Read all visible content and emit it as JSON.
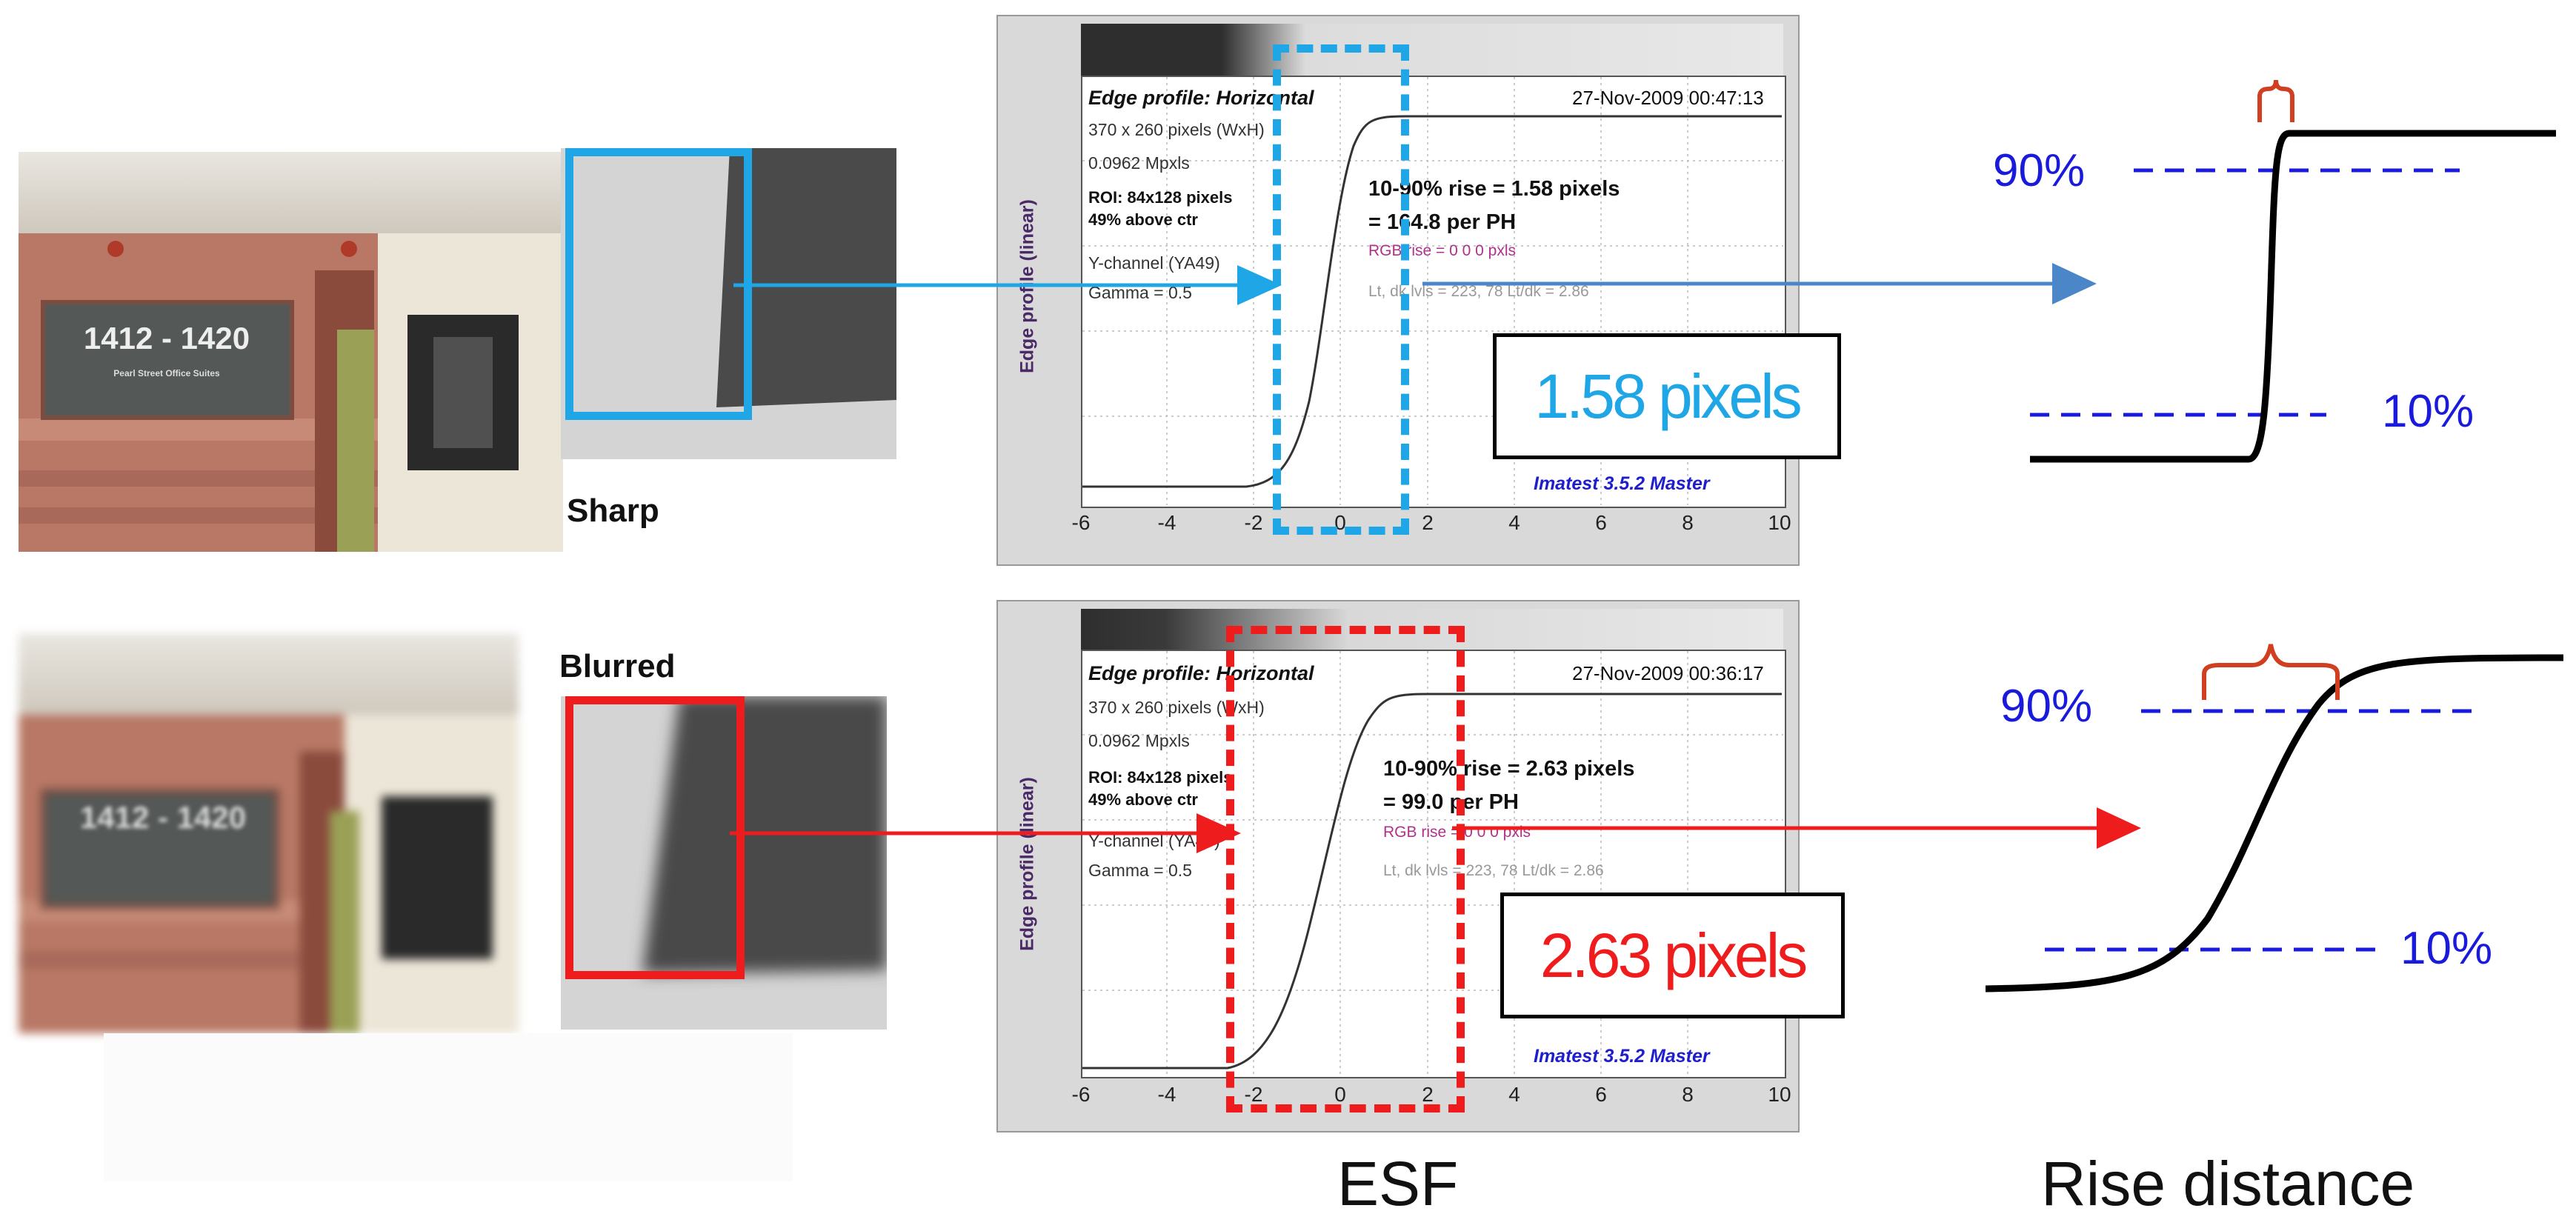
{
  "rows": [
    {
      "id": "sharp",
      "label": "Sharp",
      "photo_sign_number": "1412 - 1420",
      "photo_sign_sub": "Pearl Street Office Suites",
      "rise_label": "1.58 pixels",
      "accent": "#1ea6e6",
      "arrow_color": "#4a86c8",
      "plot": {
        "title": "Edge profile: Horizontal",
        "timestamp": "27-Nov-2009 00:47:13",
        "info": [
          "370 x 260 pixels (WxH)",
          "0.0962 Mpxls",
          "ROI: 84x128 pixels",
          "49% above ctr",
          "Y-channel (YA49)",
          "Gamma = 0.5"
        ],
        "rise_text": "10-90% rise = 1.58 pixels",
        "ph_text": "= 164.8 per PH",
        "rgb_text": "RGB rise = 0  0  0 pxls",
        "lt_text": "Lt, dk lvls = 223, 78   Lt/dk = 2.86",
        "ylabel": "Edge profile (linear)",
        "footer": "Imatest 3.5.2 Master",
        "xticks": [
          "-6",
          "-4",
          "-2",
          "0",
          "2",
          "4",
          "6",
          "8",
          "10"
        ]
      }
    },
    {
      "id": "blurred",
      "label": "Blurred",
      "photo_sign_number": "1412 - 1420",
      "photo_sign_sub": "",
      "rise_label": "2.63 pixels",
      "accent": "#ee1c1c",
      "arrow_color": "#ee1c1c",
      "plot": {
        "title": "Edge profile: Horizontal",
        "timestamp": "27-Nov-2009 00:36:17",
        "info": [
          "370 x 260 pixels (WxH)",
          "0.0962 Mpxls",
          "ROI: 84x128 pixels",
          "49% above ctr",
          "Y-channel (YA49)",
          "Gamma = 0.5"
        ],
        "rise_text": "10-90% rise = 2.63 pixels",
        "ph_text": "= 99.0 per PH",
        "rgb_text": "RGB rise = 0  0  0 pxls",
        "lt_text": "Lt, dk lvls = 223, 78   Lt/dk = 2.86",
        "ylabel": "Edge profile (linear)",
        "footer": "Imatest 3.5.2 Master",
        "xticks": [
          "-6",
          "-4",
          "-2",
          "0",
          "2",
          "4",
          "6",
          "8",
          "10"
        ]
      }
    }
  ],
  "rise": {
    "top_pct": "90%",
    "bottom_pct": "10%",
    "guide_color": "#1a1adc"
  },
  "captions": {
    "esf": "ESF",
    "rise_distance": "Rise distance"
  }
}
